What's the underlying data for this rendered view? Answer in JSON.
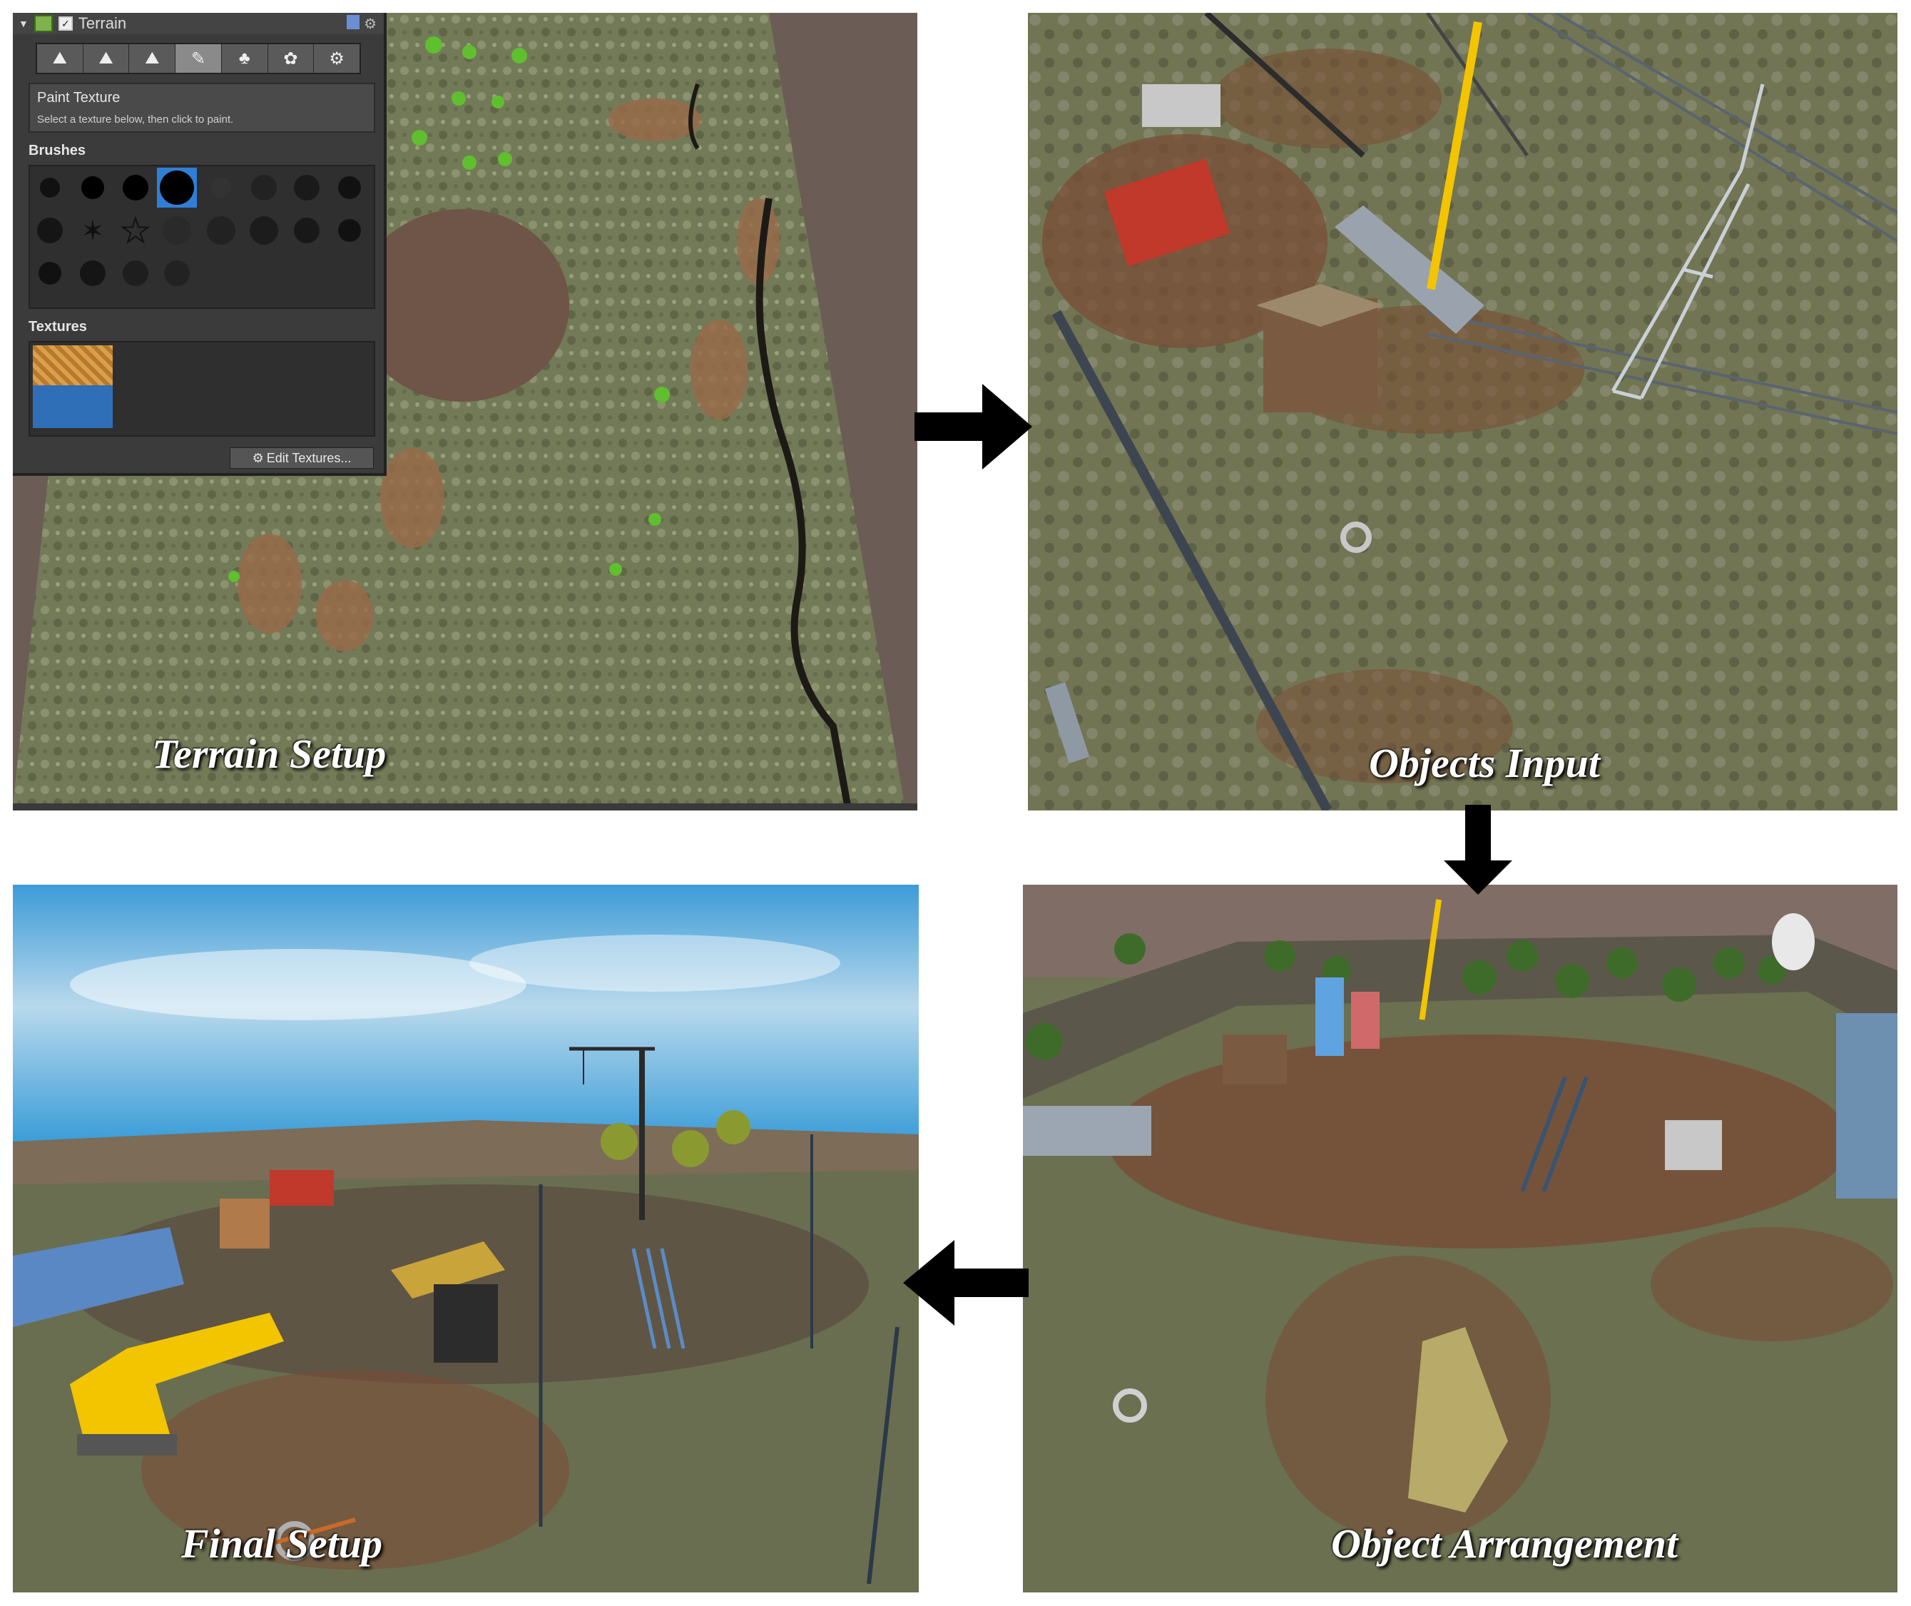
{
  "inspector": {
    "title": "Terrain",
    "header_icons": [
      "book-icon",
      "gear-icon"
    ],
    "tools": [
      "raise-terrain-icon",
      "paint-height-icon",
      "smooth-height-icon",
      "paint-texture-icon",
      "place-trees-icon",
      "paint-details-icon",
      "terrain-settings-icon"
    ],
    "active_tool_index": 3,
    "section_title": "Paint Texture",
    "section_hint": "Select a texture below, then click to paint.",
    "brushes_label": "Brushes",
    "textures_label": "Textures",
    "edit_textures_label": "Edit Textures..."
  },
  "captions": {
    "terrain_setup": "Terrain Setup",
    "objects_input": "Objects Input",
    "object_arrangement": "Object Arrangement",
    "final_setup": "Final Setup"
  },
  "colors": {
    "ground": "#6f7554",
    "dirt": "#8a5a3e",
    "sky_top": "#3d9bd8",
    "sky_bottom": "#b8d9ec",
    "crane_yellow": "#f2c500",
    "container_red": "#c0392b"
  }
}
